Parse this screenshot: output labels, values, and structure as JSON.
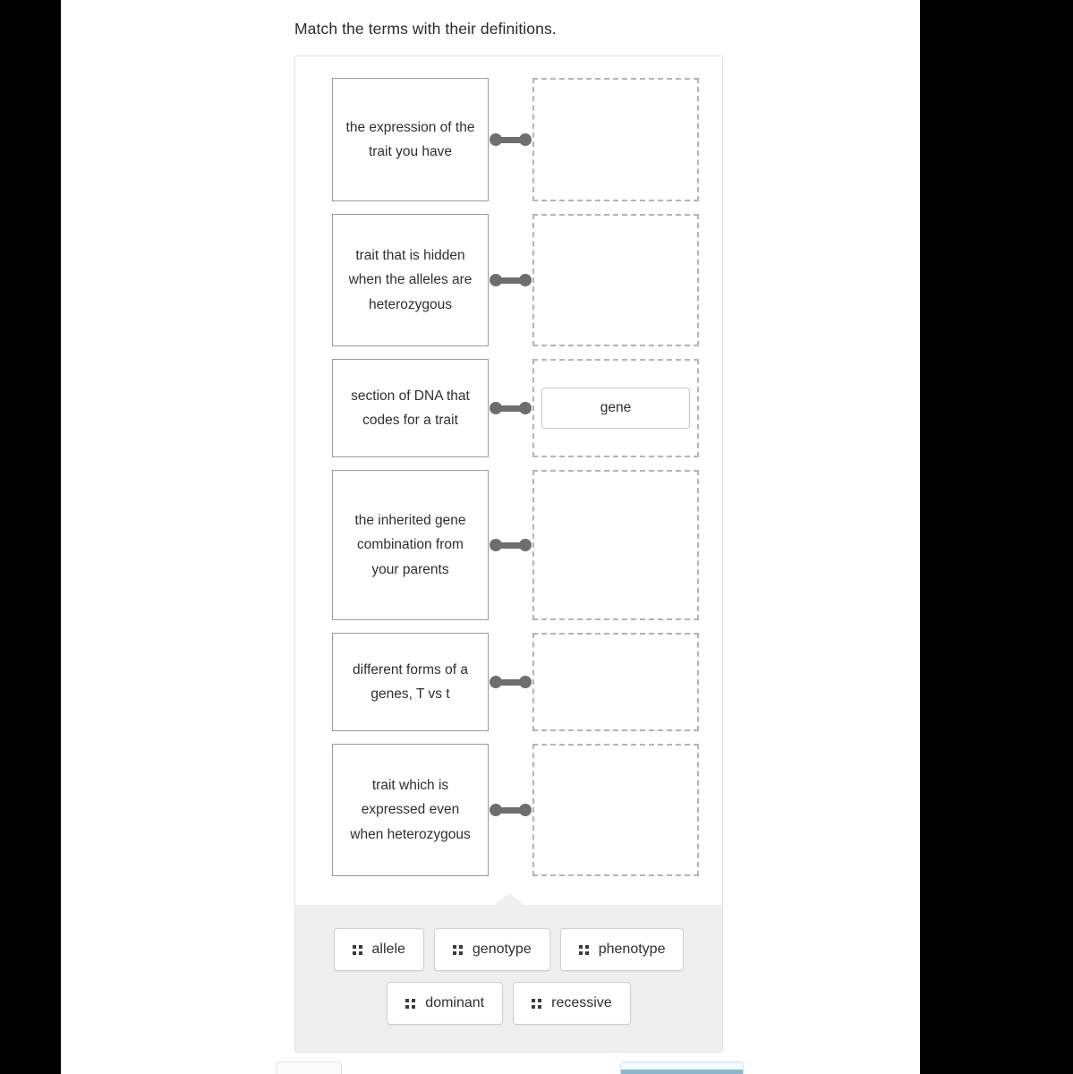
{
  "prompt": "Match the terms with their definitions.",
  "match_rows": [
    {
      "definition": "the expression of the trait you have",
      "placed_answer": "",
      "connector": "link-connector"
    },
    {
      "definition": "trait that is hidden when the alleles are heterozygous",
      "placed_answer": "",
      "connector": "link-connector"
    },
    {
      "definition": "section of DNA that codes for a trait",
      "placed_answer": "gene",
      "connector": "link-connector"
    },
    {
      "definition": "the inherited gene combination from your parents",
      "placed_answer": "",
      "connector": "link-connector"
    },
    {
      "definition": "different forms of a genes, T vs t",
      "placed_answer": "",
      "connector": "link-connector"
    },
    {
      "definition": "trait which is expressed even when heterozygous",
      "placed_answer": "",
      "connector": "link-connector"
    }
  ],
  "term_bank": {
    "row_one": [
      {
        "label": "allele"
      },
      {
        "label": "genotype"
      },
      {
        "label": "phenotype"
      }
    ],
    "row_two": [
      {
        "label": "dominant"
      },
      {
        "label": "recessive"
      }
    ]
  },
  "colors": {
    "connector": "#6e6e6e",
    "drop_zone_border": "#b4b4b4",
    "tray_background": "#efefef",
    "definition_border": "#9a9a9a",
    "next_button_accent": "#8bb6cc"
  }
}
